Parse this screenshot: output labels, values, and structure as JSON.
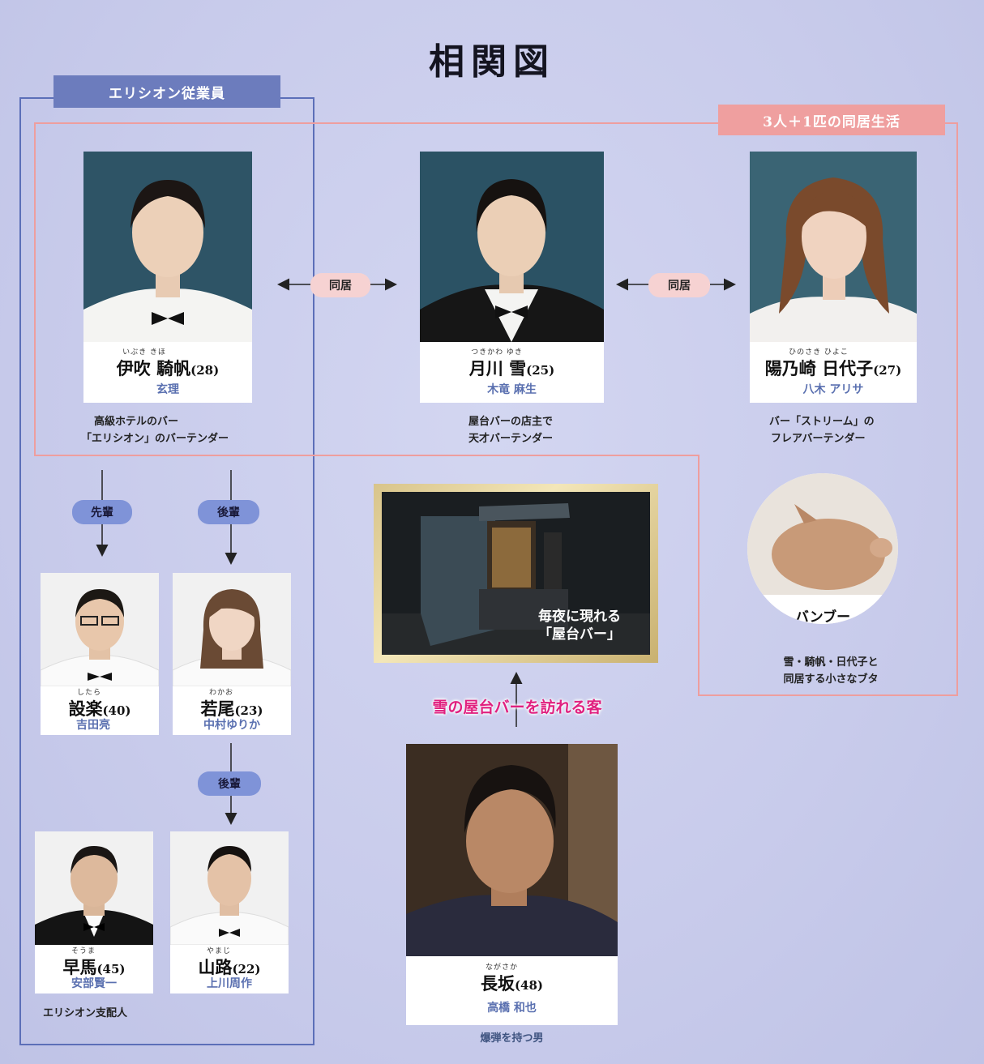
{
  "title": "相関図",
  "groups": {
    "employees": "エリシオン従業員",
    "cohabit": "3人＋1匹の同居生活"
  },
  "relations": {
    "left_cohabit": "同居",
    "right_cohabit": "同居",
    "senpai": "先輩",
    "kouhai1": "後輩",
    "kouhai2": "後輩",
    "customers": "雪の屋台バーを訪れる客"
  },
  "characters": {
    "ibuki": {
      "ruby": "いぶき きほ",
      "name": "伊吹 騎帆",
      "age": "(28)",
      "actor": "玄理",
      "desc": [
        "高級ホテルのバー",
        "「エリシオン」のバーテンダー"
      ]
    },
    "tsukikawa": {
      "ruby": "つきかわ ゆき",
      "name": "月川 雪",
      "age": "(25)",
      "actor": "木竜 麻生",
      "desc": [
        "屋台バーの店主で",
        "天才バーテンダー"
      ]
    },
    "hinosaki": {
      "ruby": "ひのさき ひよこ",
      "name": "陽乃崎 日代子",
      "age": "(27)",
      "actor": "八木 アリサ",
      "desc": [
        "バー「ストリーム」の",
        "フレアバーテンダー"
      ]
    },
    "shitara": {
      "ruby": "したら",
      "name": "設楽",
      "age": "(40)",
      "actor": "吉田亮"
    },
    "wakao": {
      "ruby": "わかお",
      "name": "若尾",
      "age": "(23)",
      "actor": "中村ゆりか"
    },
    "souma": {
      "ruby": "そうま",
      "name": "早馬",
      "age": "(45)",
      "actor": "安部賢一"
    },
    "yamaji": {
      "ruby": "やまじ",
      "name": "山路",
      "age": "(22)",
      "actor": "上川周作"
    },
    "nagasaka": {
      "ruby": "ながさか",
      "name": "長坂",
      "age": "(48)",
      "actor": "高橋 和也",
      "desc": [
        "爆弾を持つ男"
      ]
    }
  },
  "elysion_manager": "エリシオン支配人",
  "pig": {
    "name": "バンブー",
    "desc": [
      "雪・騎帆・日代子と",
      "同居する小さなブタ"
    ]
  },
  "yatai": {
    "caption": [
      "毎夜に現れる",
      "「屋台バー」"
    ]
  },
  "colors": {
    "employees_frame": "#5c6fb8",
    "cohabit_frame": "#ee9e9e",
    "actor": "#5a70b0",
    "customer_text": "#e0207f"
  }
}
